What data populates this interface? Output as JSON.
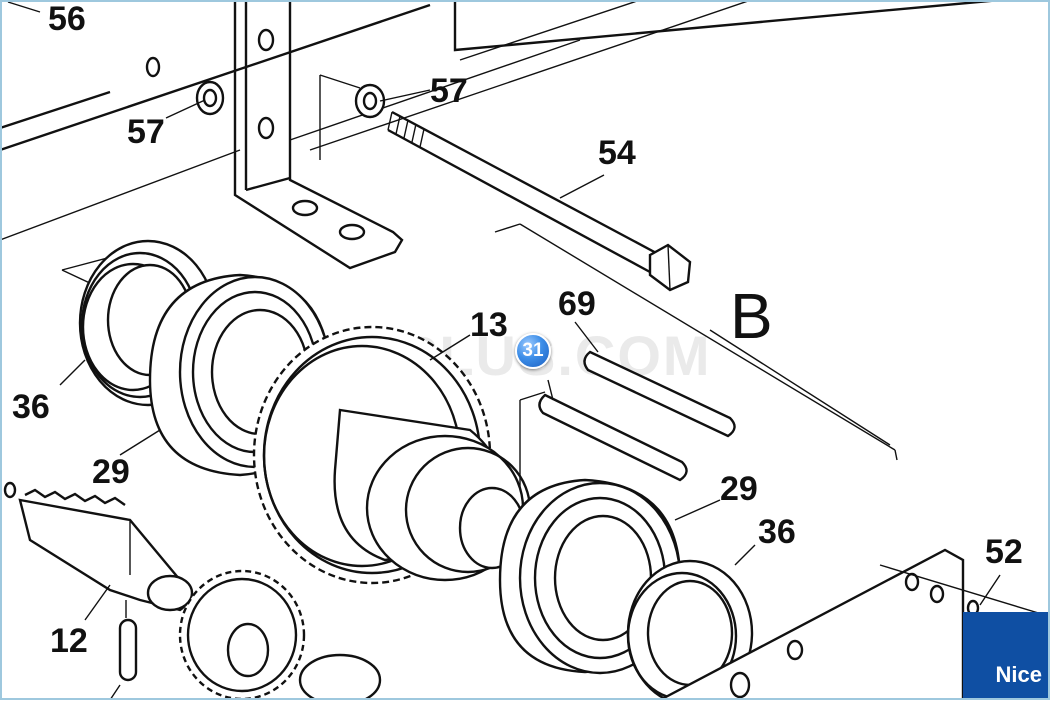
{
  "diagram": {
    "section_label": "B",
    "watermark": "PLUS.COM",
    "part_labels": {
      "p56": "56",
      "p57a": "57",
      "p57b": "57",
      "p54": "54",
      "p13": "13",
      "p69": "69",
      "p36a": "36",
      "p29a": "29",
      "p29b": "29",
      "p36b": "36",
      "p52": "52",
      "p12": "12"
    },
    "highlight_badge": "31",
    "brand": "Nice"
  }
}
